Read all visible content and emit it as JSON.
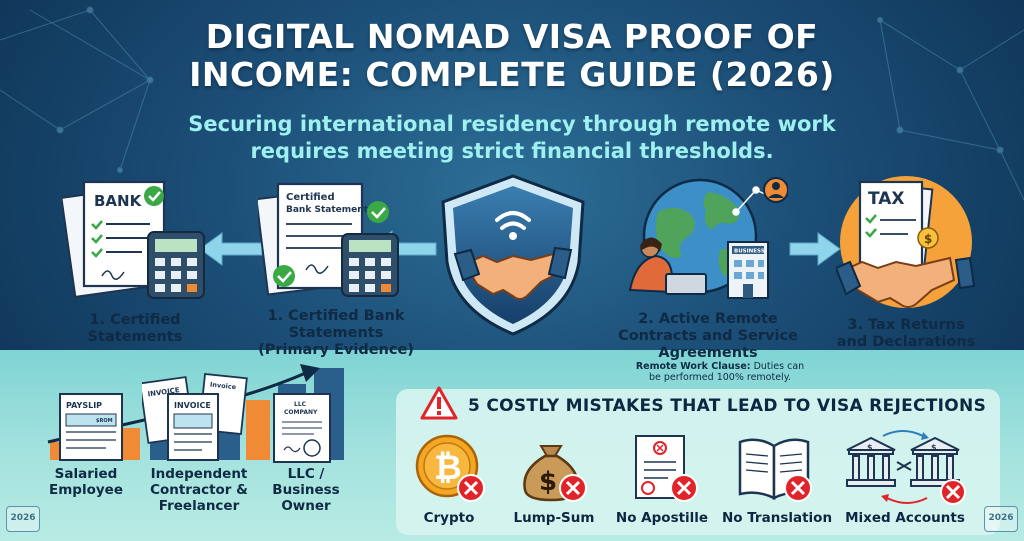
{
  "header": {
    "title_line1": "DIGITAL NOMAD VISA PROOF OF",
    "title_line2": "INCOME: COMPLETE GUIDE (2026)",
    "subtitle_line1": "Securing international residency through remote work",
    "subtitle_line2": "requires meeting strict financial thresholds."
  },
  "evidence": [
    {
      "label_line1": "1. Certified",
      "label_line2": "Statements",
      "doc_title": "BANK"
    },
    {
      "label_line1": "1. Certified Bank",
      "label_line2": "Statements",
      "label_line3": "(Primary Evidence)",
      "doc_title_line1": "Certified",
      "doc_title_line2": "Bank Statements"
    },
    {
      "label_line1": "2. Active Remote",
      "label_line2": "Contracts and Service",
      "label_line3": "Agreements",
      "note_bold": "Remote Work Clause:",
      "note_line1": " Duties can",
      "note_line2": "be performed 100% remotely.",
      "building_sign": "BUSINESS"
    },
    {
      "label_line1": "3. Tax Returns",
      "label_line2": "and Declarations",
      "doc_title": "TAX"
    }
  ],
  "income_types": [
    {
      "label_line1": "Salaried",
      "label_line2": "Employee",
      "doc_title": "PAYSLIP",
      "doc_small": "$ROM"
    },
    {
      "label_line1": "Independent",
      "label_line2": "Contractor &",
      "label_line3": "Freelancer",
      "doc_title": "INVOICE",
      "doc_title_2": "INVOICE",
      "doc_title_3": "Invoice"
    },
    {
      "label_line1": "LLC /",
      "label_line2": "Business",
      "label_line3": "Owner",
      "doc_title_line1": "LLC",
      "doc_title_line2": "COMPANY"
    }
  ],
  "mistakes": {
    "title": "5 COSTLY MISTAKES THAT LEAD TO VISA REJECTIONS",
    "items": [
      {
        "label": "Crypto",
        "icon": "bitcoin-coin-icon"
      },
      {
        "label": "Lump-Sum",
        "icon": "money-bag-icon"
      },
      {
        "label": "No Apostille",
        "icon": "document-seal-icon"
      },
      {
        "label": "No Translation",
        "icon": "open-book-icon"
      },
      {
        "label": "Mixed Accounts",
        "icon": "two-banks-icon"
      }
    ]
  },
  "year_badge": "2026",
  "colors": {
    "accent_cyan": "#9ff0f0",
    "reject_red": "#e0242a",
    "check_green": "#3aa845"
  }
}
